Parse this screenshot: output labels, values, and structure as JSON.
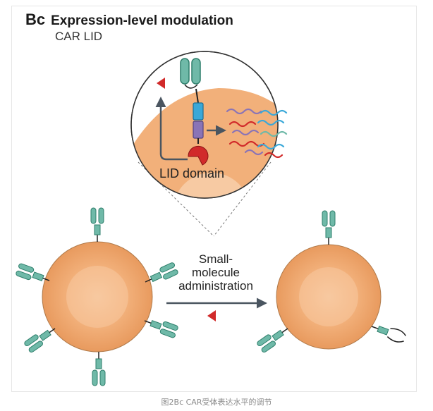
{
  "panel": {
    "code": "Bc",
    "title": "Expression-level modulation",
    "subtitle": "CAR LID"
  },
  "labels": {
    "lid_domain": "LID domain",
    "small_molecule_1": "Small-",
    "small_molecule_2": "molecule",
    "small_molecule_3": "administration"
  },
  "caption": "图2Bc CAR受体表达水平的调节",
  "colors": {
    "cell_fill": "#f2b07a",
    "cell_stroke": "#b07a4a",
    "receptor": "#6fb9a8",
    "receptor_dark": "#2f7f6c",
    "drug_red": "#d12a2a",
    "domain_blue": "#3aa8d8",
    "domain_purple": "#8a74b6",
    "arrow": "#4a5560"
  }
}
